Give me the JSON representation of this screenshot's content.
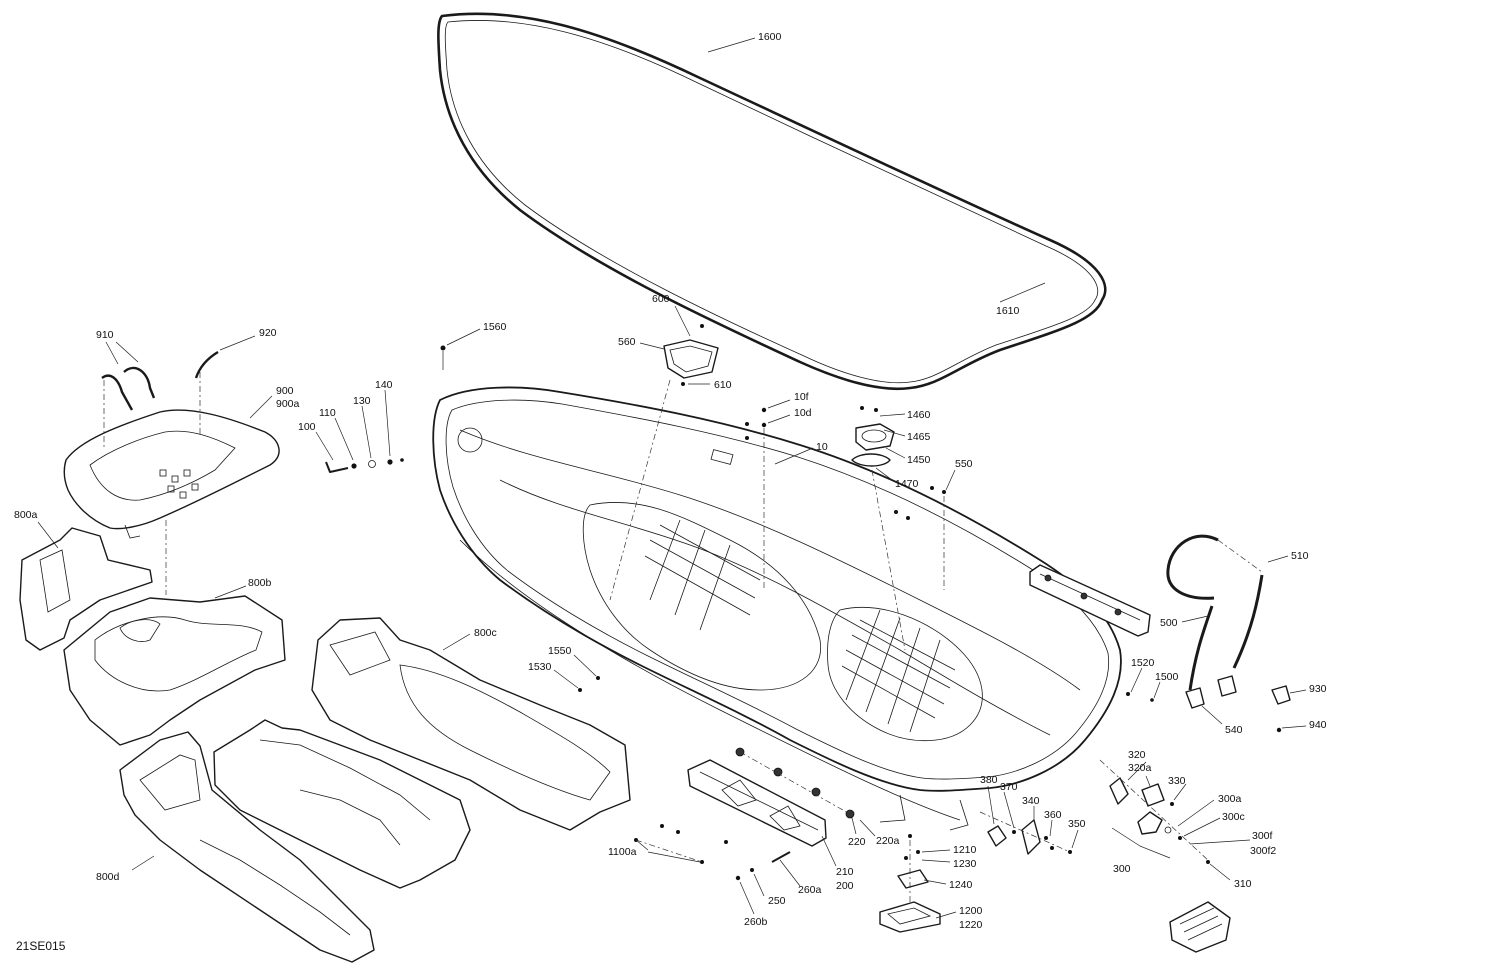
{
  "diagram": {
    "code": "21SE015",
    "labels": {
      "l1600": "1600",
      "l1610": "1610",
      "l910": "910",
      "l920": "920",
      "l900": "900",
      "l900a": "900a",
      "l100": "100",
      "l110": "110",
      "l130": "130",
      "l140": "140",
      "l1560": "1560",
      "l600": "600",
      "l560": "560",
      "l610": "610",
      "l10f": "10f",
      "l10d": "10d",
      "l10": "10",
      "l1460": "1460",
      "l1465": "1465",
      "l1450": "1450",
      "l1470": "1470",
      "l550": "550",
      "l510": "510",
      "l500": "500",
      "l800a": "800a",
      "l800b": "800b",
      "l800c": "800c",
      "l800d": "800d",
      "l1550": "1550",
      "l1530": "1530",
      "l1520": "1520",
      "l1500": "1500",
      "l540": "540",
      "l930": "930",
      "l940": "940",
      "l320": "320",
      "l320a": "320a",
      "l330": "330",
      "l380": "380",
      "l370": "370",
      "l340": "340",
      "l360": "360",
      "l350": "350",
      "l300a": "300a",
      "l300c": "300c",
      "l300f": "300f",
      "l300f2": "300f2",
      "l300": "300",
      "l310": "310",
      "l1100a": "1100a",
      "l220": "220",
      "l220a": "220a",
      "l210": "210",
      "l200": "200",
      "l260a": "260a",
      "l250": "250",
      "l260b": "260b",
      "l1210": "1210",
      "l1230": "1230",
      "l1240": "1240",
      "l1200": "1200",
      "l1220": "1220"
    }
  }
}
